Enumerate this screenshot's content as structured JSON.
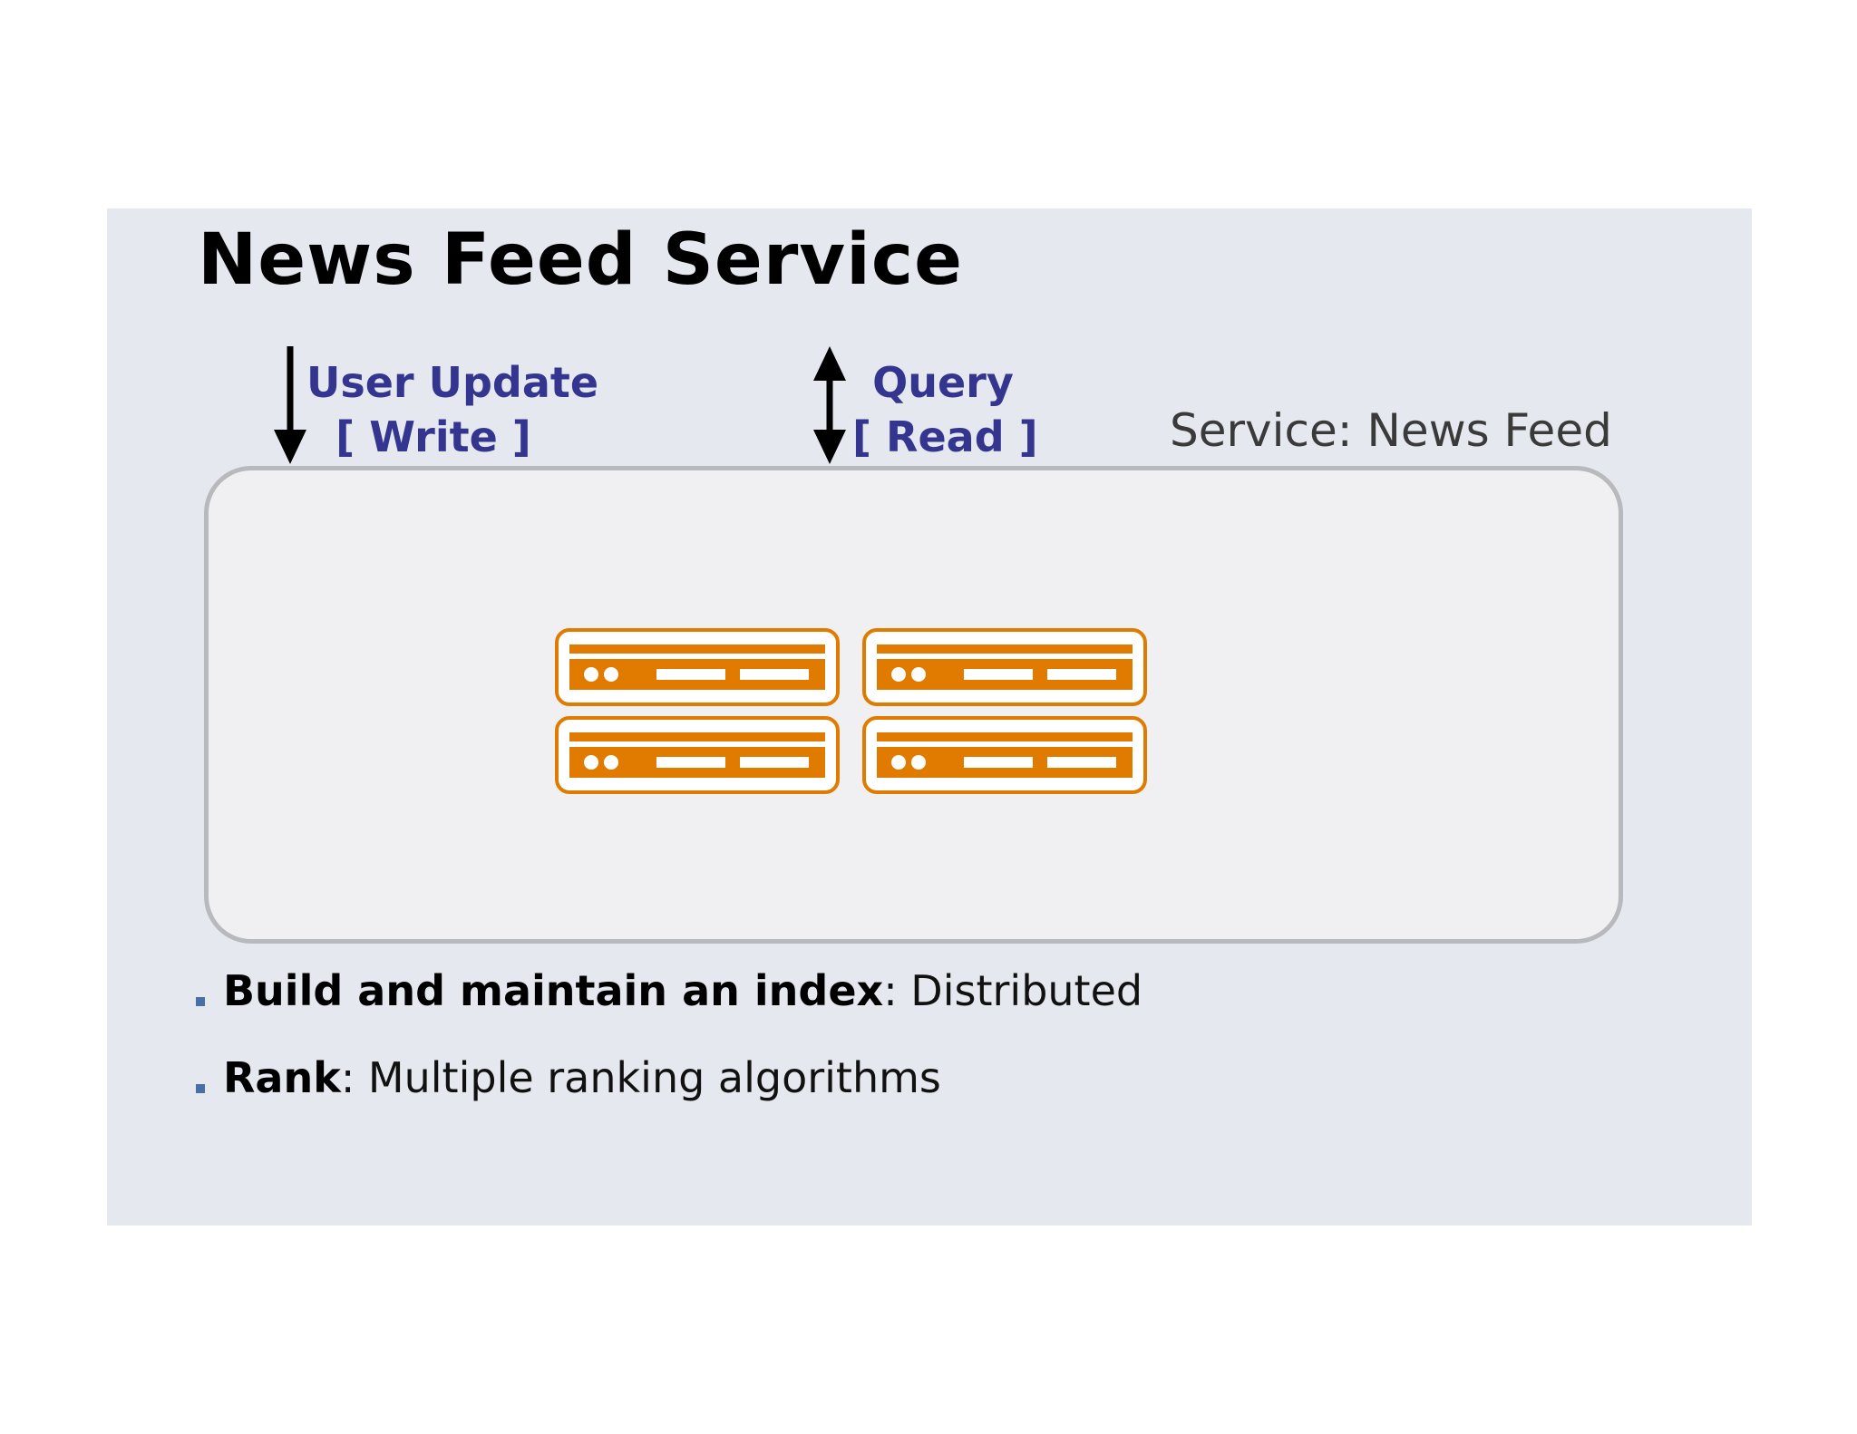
{
  "title": "News Feed Service",
  "write_flow": {
    "line1": "User Update",
    "line2": "[ Write ]"
  },
  "read_flow": {
    "line1": "Query",
    "line2": "[ Read ]"
  },
  "service_name": "Service: News Feed",
  "servers": [
    {
      "id": "server-1"
    },
    {
      "id": "server-2"
    },
    {
      "id": "server-3"
    },
    {
      "id": "server-4"
    }
  ],
  "bullets": [
    {
      "strong": "Build and maintain an index",
      "rest": ": Distributed"
    },
    {
      "strong": "Rank",
      "rest": ": Multiple ranking algorithms"
    }
  ],
  "colors": {
    "background": "#e6e8f0",
    "accent_text": "#33358f",
    "server": "#e07b00",
    "box_border": "#b8b9bc"
  },
  "icons": [
    "down-arrow-icon",
    "double-arrow-icon",
    "server-rack-icon"
  ]
}
